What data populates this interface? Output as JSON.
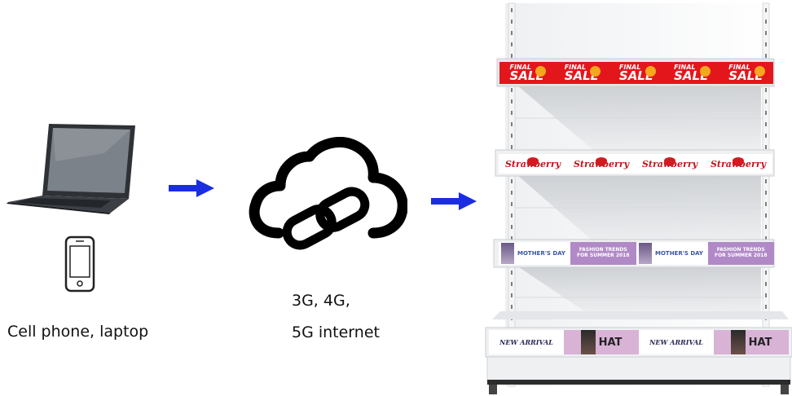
{
  "devices": {
    "caption": "Cell phone, laptop"
  },
  "network": {
    "line1": "3G, 4G,",
    "line2": "5G internet"
  },
  "shelf": {
    "strip1": {
      "text_top": "FINAL",
      "text_main": "SALE",
      "repeat": 5,
      "color": "#e3161c"
    },
    "strip2": {
      "text": "Strawberry",
      "repeat": 4
    },
    "strip3": {
      "mothers_day": "MOTHER'S DAY",
      "fashion_top": "FASHION TRENDS",
      "fashion_bottom": "FOR SUMMER 2018"
    },
    "strip4": {
      "new_arrival": "NEW ARRIVAL",
      "hat": "HAT"
    }
  },
  "colors": {
    "arrow": "#1a2ee0",
    "shelf_edge": "#cfd3d8",
    "sale_red": "#e3161c"
  }
}
